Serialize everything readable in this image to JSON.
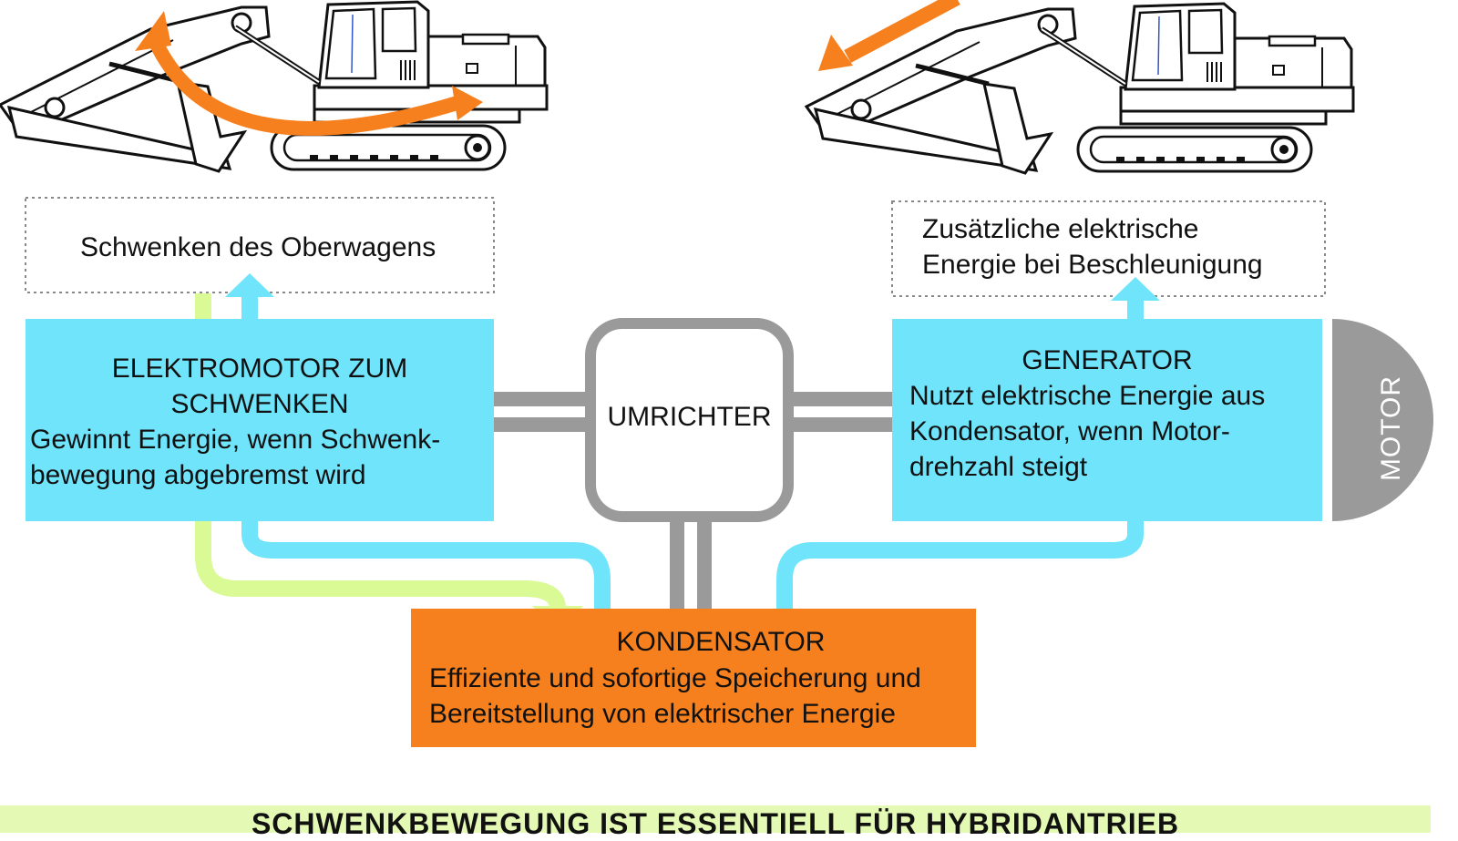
{
  "swing_note": "Schwenken des Oberwagens",
  "accel_note": {
    "line1": "Zusätzliche elektrische",
    "line2": "Energie bei Beschleunigung"
  },
  "swing_motor": {
    "title1": "ELEKTROMOTOR ZUM",
    "title2": "SCHWENKEN",
    "desc1": "Gewinnt Energie, wenn Schwenk-",
    "desc2": "bewegung abgebremst wird"
  },
  "inverter": {
    "label": "UMRICHTER"
  },
  "generator": {
    "title": "GENERATOR",
    "desc1": "Nutzt elektrische Energie aus",
    "desc2": "Kondensator, wenn Motor-",
    "desc3": "drehzahl steigt"
  },
  "motor": {
    "label": "MOTOR"
  },
  "capacitor": {
    "title": "KONDENSATOR",
    "desc1": "Effiziente und sofortige Speicherung und",
    "desc2": "Bereitstellung von elektrischer Energie"
  },
  "banner": {
    "text": "SCHWENKBEWEGUNG IST ESSENTIELL FÜR HYBRIDANTRIEB"
  },
  "colors": {
    "cyan": "#6fe4fb",
    "orange": "#f7801e",
    "light_green": "#d9fa94",
    "gray": "#9a9a9a",
    "banner": "#e4f9b4"
  }
}
